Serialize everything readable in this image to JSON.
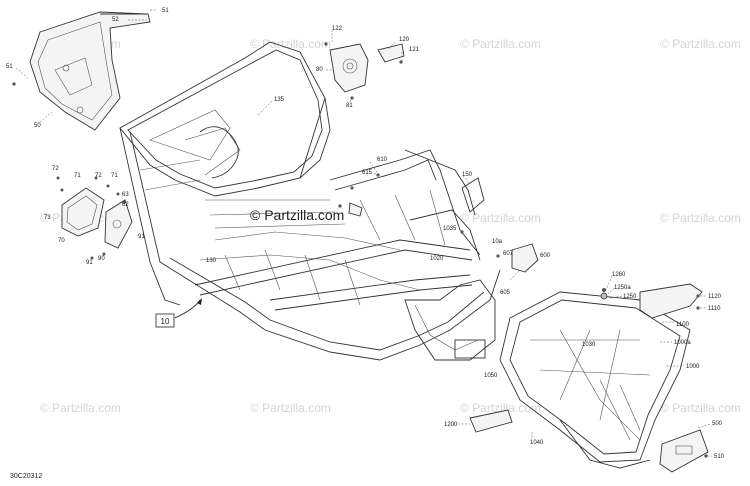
{
  "diagram": {
    "code": "30C20312",
    "reference_box": "10",
    "center_watermark": "© Partzilla.com",
    "watermark": "© Partzilla.com",
    "callouts": {
      "c51a": "51",
      "c52": "52",
      "c51b": "51",
      "c50": "50",
      "c122": "122",
      "c120": "120",
      "c121": "121",
      "c80": "80",
      "c81": "81",
      "c135": "135",
      "c72a": "72",
      "c71a": "71",
      "c72b": "72",
      "c71b": "71",
      "c63": "63",
      "c62": "62",
      "c73": "73",
      "c70": "70",
      "c91": "91",
      "c91b": "91",
      "c90": "90",
      "c610": "610",
      "c615": "615",
      "c150": "150",
      "c1035": "1035",
      "c10a": "10a",
      "c607": "607",
      "c600": "600",
      "c1020": "1020",
      "c605": "605",
      "c130": "130",
      "c1260": "1260",
      "c1250a": "1250a",
      "c1250": "1250",
      "c1120": "1120",
      "c1110": "1110",
      "c1100": "1100",
      "c1030": "1030",
      "c1000a": "1000a",
      "c1000": "1000",
      "c1050": "1050",
      "c1200": "1200",
      "c1040": "1040",
      "c500": "500",
      "c510": "510"
    }
  }
}
